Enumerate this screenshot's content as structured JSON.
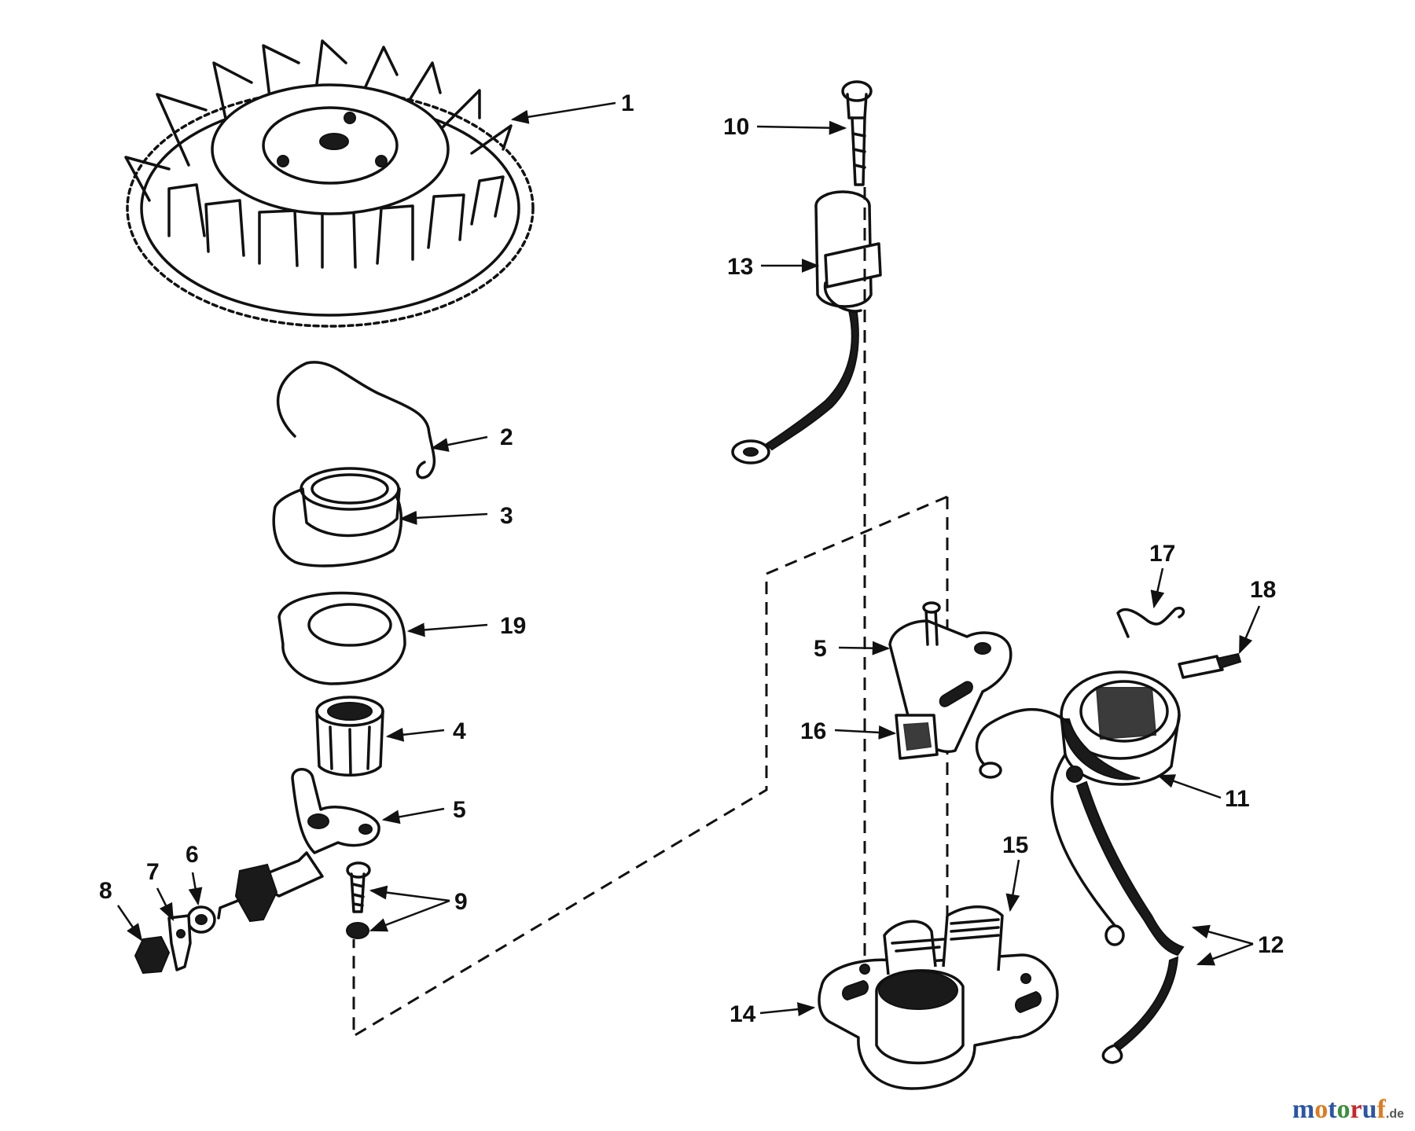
{
  "callouts": {
    "c1": "1",
    "c2": "2",
    "c3": "3",
    "c4": "4",
    "c5a": "5",
    "c5b": "5",
    "c6": "6",
    "c7": "7",
    "c8": "8",
    "c9": "9",
    "c10": "10",
    "c11": "11",
    "c12": "12",
    "c13": "13",
    "c14": "14",
    "c15": "15",
    "c16": "16",
    "c17": "17",
    "c18": "18",
    "c19": "19"
  },
  "watermark": {
    "main": "motoruf",
    "suffix": ".de"
  }
}
